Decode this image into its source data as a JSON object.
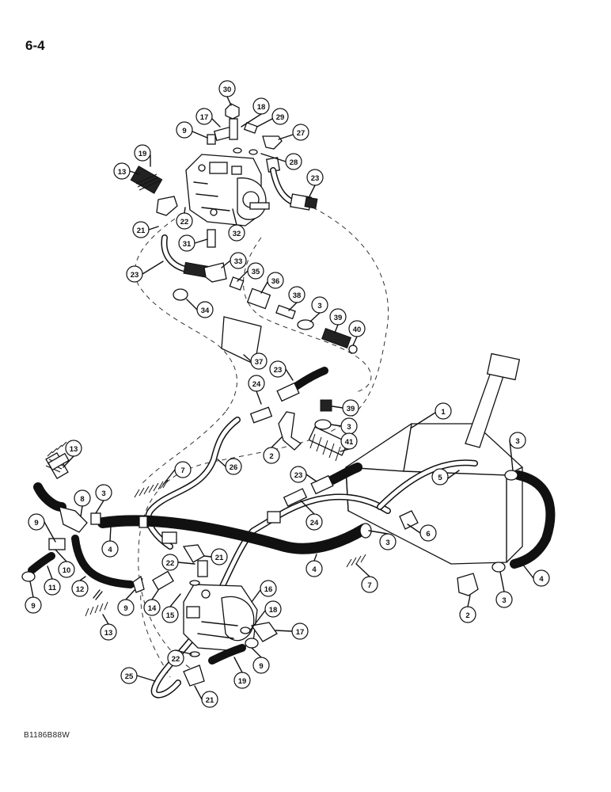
{
  "page_number": "6-4",
  "figure_code": "B1186B88W",
  "colors": {
    "ink": "#111111",
    "paper": "#ffffff"
  },
  "callouts": [
    {
      "id": "c30",
      "label": "30"
    },
    {
      "id": "c18a",
      "label": "18"
    },
    {
      "id": "c17a",
      "label": "17"
    },
    {
      "id": "c29",
      "label": "29"
    },
    {
      "id": "c9a",
      "label": "9"
    },
    {
      "id": "c27",
      "label": "27"
    },
    {
      "id": "c19a",
      "label": "19"
    },
    {
      "id": "c28",
      "label": "28"
    },
    {
      "id": "c13a",
      "label": "13"
    },
    {
      "id": "c23a",
      "label": "23"
    },
    {
      "id": "c21a",
      "label": "21"
    },
    {
      "id": "c22a",
      "label": "22"
    },
    {
      "id": "c31",
      "label": "31"
    },
    {
      "id": "c32",
      "label": "32"
    },
    {
      "id": "c33",
      "label": "33"
    },
    {
      "id": "c23b",
      "label": "23"
    },
    {
      "id": "c35",
      "label": "35"
    },
    {
      "id": "c36",
      "label": "36"
    },
    {
      "id": "c34",
      "label": "34"
    },
    {
      "id": "c38",
      "label": "38"
    },
    {
      "id": "c3a",
      "label": "3"
    },
    {
      "id": "c39a",
      "label": "39"
    },
    {
      "id": "c40",
      "label": "40"
    },
    {
      "id": "c37",
      "label": "37"
    },
    {
      "id": "c23c",
      "label": "23"
    },
    {
      "id": "c24a",
      "label": "24"
    },
    {
      "id": "c39b",
      "label": "39"
    },
    {
      "id": "c3b",
      "label": "3"
    },
    {
      "id": "c1",
      "label": "1"
    },
    {
      "id": "c41",
      "label": "41"
    },
    {
      "id": "c2a",
      "label": "2"
    },
    {
      "id": "c13b",
      "label": "13"
    },
    {
      "id": "c26",
      "label": "26"
    },
    {
      "id": "c7a",
      "label": "7"
    },
    {
      "id": "c23d",
      "label": "23"
    },
    {
      "id": "c3c",
      "label": "3"
    },
    {
      "id": "c5",
      "label": "5"
    },
    {
      "id": "c8",
      "label": "8"
    },
    {
      "id": "c3d",
      "label": "3"
    },
    {
      "id": "c24b",
      "label": "24"
    },
    {
      "id": "c6",
      "label": "6"
    },
    {
      "id": "c9b",
      "label": "9"
    },
    {
      "id": "c4a",
      "label": "4"
    },
    {
      "id": "c3e",
      "label": "3"
    },
    {
      "id": "c21b",
      "label": "21"
    },
    {
      "id": "c4b",
      "label": "4"
    },
    {
      "id": "c4c",
      "label": "4"
    },
    {
      "id": "c22b",
      "label": "22"
    },
    {
      "id": "c10",
      "label": "10"
    },
    {
      "id": "c7b",
      "label": "7"
    },
    {
      "id": "c11",
      "label": "11"
    },
    {
      "id": "c12",
      "label": "12"
    },
    {
      "id": "c3f",
      "label": "3"
    },
    {
      "id": "c14",
      "label": "14"
    },
    {
      "id": "c9c",
      "label": "9"
    },
    {
      "id": "c9d",
      "label": "9"
    },
    {
      "id": "c15",
      "label": "15"
    },
    {
      "id": "c16",
      "label": "16"
    },
    {
      "id": "c2b",
      "label": "2"
    },
    {
      "id": "c13c",
      "label": "13"
    },
    {
      "id": "c18b",
      "label": "18"
    },
    {
      "id": "c17b",
      "label": "17"
    },
    {
      "id": "c9e",
      "label": "9"
    },
    {
      "id": "c25",
      "label": "25"
    },
    {
      "id": "c22c",
      "label": "22"
    },
    {
      "id": "c19b",
      "label": "19"
    },
    {
      "id": "c21c",
      "label": "21"
    }
  ]
}
